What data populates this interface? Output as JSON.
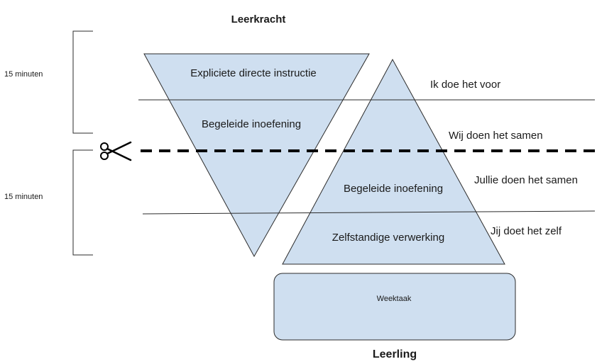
{
  "top_label": "Leerkracht",
  "bottom_label": "Leerling",
  "left_brackets": [
    {
      "label": "15 minuten"
    },
    {
      "label": "15 minuten"
    }
  ],
  "inverted_triangle": {
    "sections": [
      "Expliciete directe instructie",
      "Begeleide inoefening"
    ]
  },
  "upright_triangle": {
    "sections": [
      "Begeleide inoefening",
      "Zelfstandige verwerking"
    ]
  },
  "right_phases": [
    "Ik doe het voor",
    "Wij doen het samen",
    "Jullie doen het samen",
    "Jij doet het zelf"
  ],
  "base_box": "Weektaak",
  "cut_icon": "scissors-icon",
  "colors": {
    "shape_fill": "#cfdff0",
    "outline": "#2b2b2b"
  }
}
